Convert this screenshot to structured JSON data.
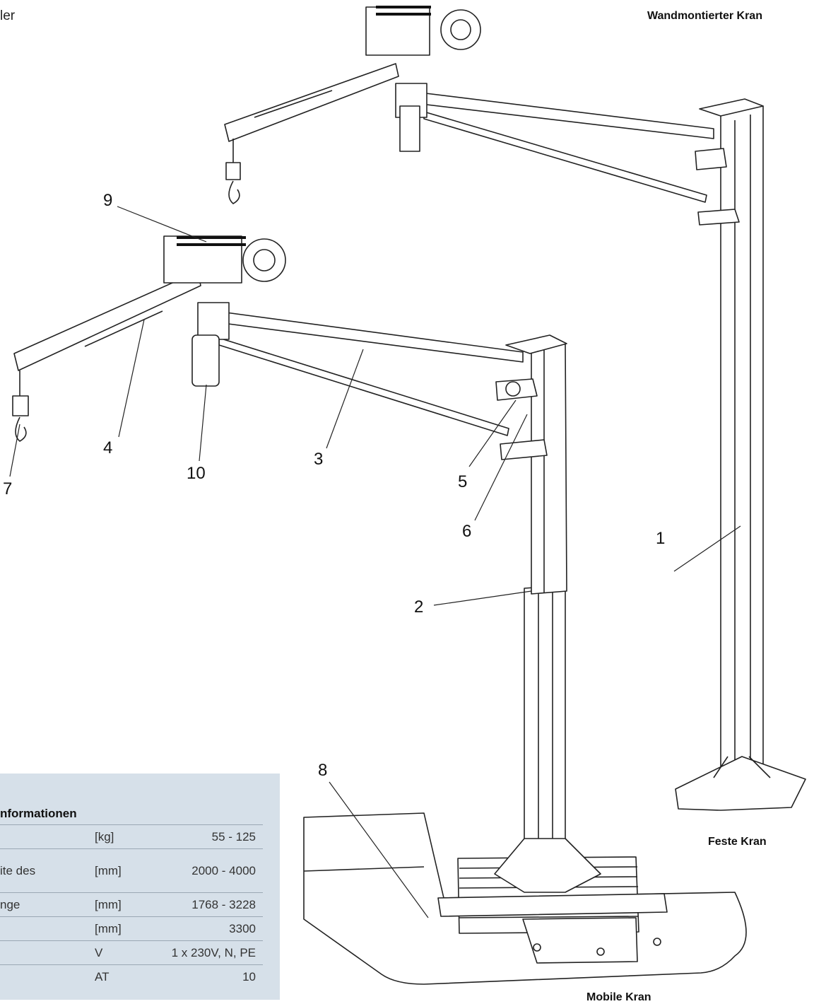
{
  "top_left_text": "ler",
  "captions": {
    "wall": "Wandmontierter Kran",
    "fixed": "Feste Kran",
    "mobile": "Mobile Kran"
  },
  "callouts": [
    "1",
    "2",
    "3",
    "4",
    "5",
    "6",
    "7",
    "8",
    "9",
    "10"
  ],
  "spec": {
    "title": "nformationen",
    "rows": [
      {
        "label": "",
        "unit": "[kg]",
        "value": "55 - 125"
      },
      {
        "label": "ite des",
        "unit": "[mm]",
        "value": "2000 - 4000"
      },
      {
        "label": "nge",
        "unit": "[mm]",
        "value": "1768 - 3228"
      },
      {
        "label": "",
        "unit": "[mm]",
        "value": "3300"
      },
      {
        "label": "",
        "unit": "V",
        "value": "1 x 230V, N, PE"
      },
      {
        "label": "",
        "unit": "AT",
        "value": "10"
      }
    ]
  }
}
